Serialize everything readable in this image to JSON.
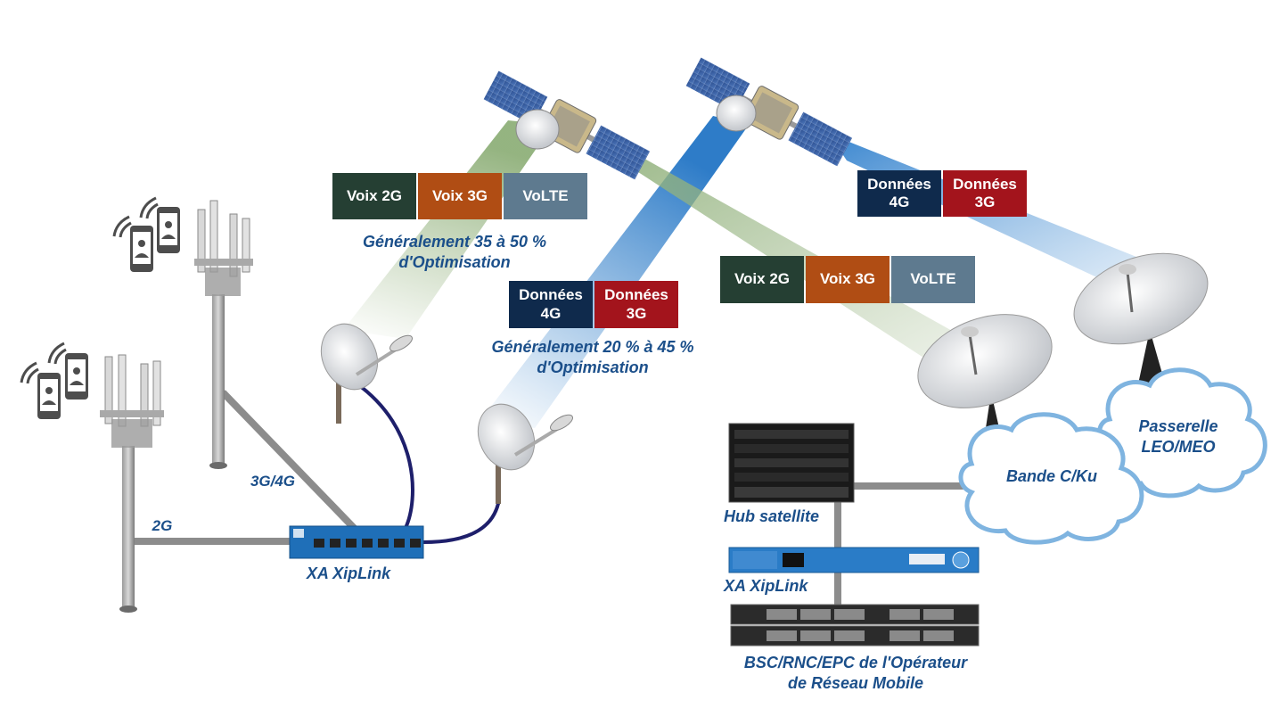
{
  "colors": {
    "label_blue": "#1b4f8a",
    "voice_2g": "#253f33",
    "voice_3g": "#b04d14",
    "volte": "#5e7a8f",
    "data_4g": "#0f2a4c",
    "data_3g": "#a3141c",
    "beam_green": "#9fb98a",
    "beam_blue": "#4a8fd0",
    "link_gray": "#8c8c8c",
    "cable_navy": "#1e1f6b",
    "device_blue": "#1f6fb8",
    "cloud_edge": "#7fb4e0"
  },
  "boxes": {
    "left_voice": {
      "v2g": "Voix 2G",
      "v3g": "Voix 3G",
      "volte": "VoLTE"
    },
    "right_voice": {
      "v2g": "Voix 2G",
      "v3g": "Voix 3G",
      "volte": "VoLTE"
    },
    "mid_data": {
      "d4g_line1": "Données",
      "d4g_line2": "4G",
      "d3g_line1": "Données",
      "d3g_line2": "3G"
    },
    "top_data": {
      "d4g_line1": "Données",
      "d4g_line2": "4G",
      "d3g_line1": "Données",
      "d3g_line2": "3G"
    }
  },
  "labels": {
    "opt_voice_line1": "Généralement 35 à 50 %",
    "opt_voice_line2": "d'Optimisation",
    "opt_data_line1": "Généralement 20 % à 45 %",
    "opt_data_line2": "d'Optimisation",
    "link_2g": "2G",
    "link_3g4g": "3G/4G",
    "xa_left": "XA XipLink",
    "hub": "Hub satellite",
    "xa_right": "XA XipLink",
    "bsc_line1": "BSC/RNC/EPC de l'Opérateur",
    "bsc_line2": "de Réseau Mobile",
    "cloud_band_line1": "Bande C/Ku",
    "cloud_gateway_line1": "Passerelle",
    "cloud_gateway_line2": "LEO/MEO"
  },
  "icons": [
    "satellite-icon",
    "dish-icon",
    "cell-tower-icon",
    "smartphone-icon",
    "wifi-signal-icon",
    "router-icon",
    "server-icon",
    "cloud-icon"
  ]
}
